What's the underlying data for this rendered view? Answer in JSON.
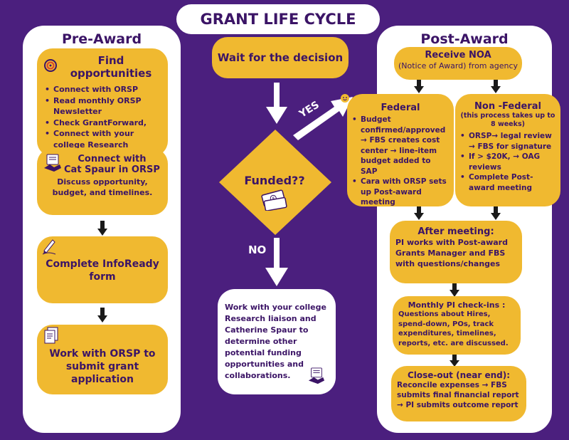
{
  "title": "GRANT LIFE CYCLE",
  "pre_award": {
    "title": "Pre-Award",
    "find": {
      "title": "Find opportunities",
      "items": [
        "Connect with ORSP",
        "Read monthly ORSP Newsletter",
        "Check GrantForward,",
        "Connect with your college Research Liaison"
      ]
    },
    "connect": {
      "title_line1": "Connect with",
      "title_line2": "Cat Spaur in ORSP",
      "body": "Discuss opportunity, budget, and timelines."
    },
    "inforeday": {
      "title": "Complete InfoReady form"
    },
    "submit": {
      "title": "Work with ORSP to submit grant application"
    }
  },
  "middle": {
    "wait": "Wait for the decision",
    "funded": "Funded??",
    "yes": "YES",
    "no": "NO",
    "no_outcome": "Work with your college Research liaison and Catherine Spaur to determine other potential funding opportunities and collaborations."
  },
  "post_award": {
    "title": "Post-Award",
    "noa": {
      "title": "Receive NOA",
      "sub": "(Notice of Award) from agency"
    },
    "federal": {
      "title": "Federal",
      "items": [
        "Budget confirmed/approved → FBS creates cost center → line-item budget added to SAP",
        "Cara with ORSP sets up Post-award meeting"
      ]
    },
    "nonfederal": {
      "title": "Non -Federal",
      "sub": "(this process takes up to 8 weeks)",
      "items": [
        "ORSP→ legal review → FBS for signature",
        "If > $20K, → OAG reviews",
        "Complete Post-award meeting"
      ]
    },
    "after": {
      "title": "After meeting:",
      "body": "PI works with Post-award Grants Manager and FBS with questions/changes"
    },
    "monthly": {
      "title": "Monthly PI check-ins :",
      "body": "Questions about Hires, spend-down, POs, track expenditures, timelines, reports, etc. are discussed."
    },
    "closeout": {
      "title": "Close-out (near end):",
      "body": "Reconcile expenses → FBS submits final financial report → PI submits outcome report"
    }
  },
  "colors": {
    "background": "#4b1f7e",
    "box": "#f0b930",
    "panel": "#ffffff",
    "text": "#3b1466"
  },
  "icons": [
    "target-icon",
    "handshake-document-icon",
    "pen-icon",
    "documents-icon",
    "money-icon",
    "smiley-icon"
  ]
}
